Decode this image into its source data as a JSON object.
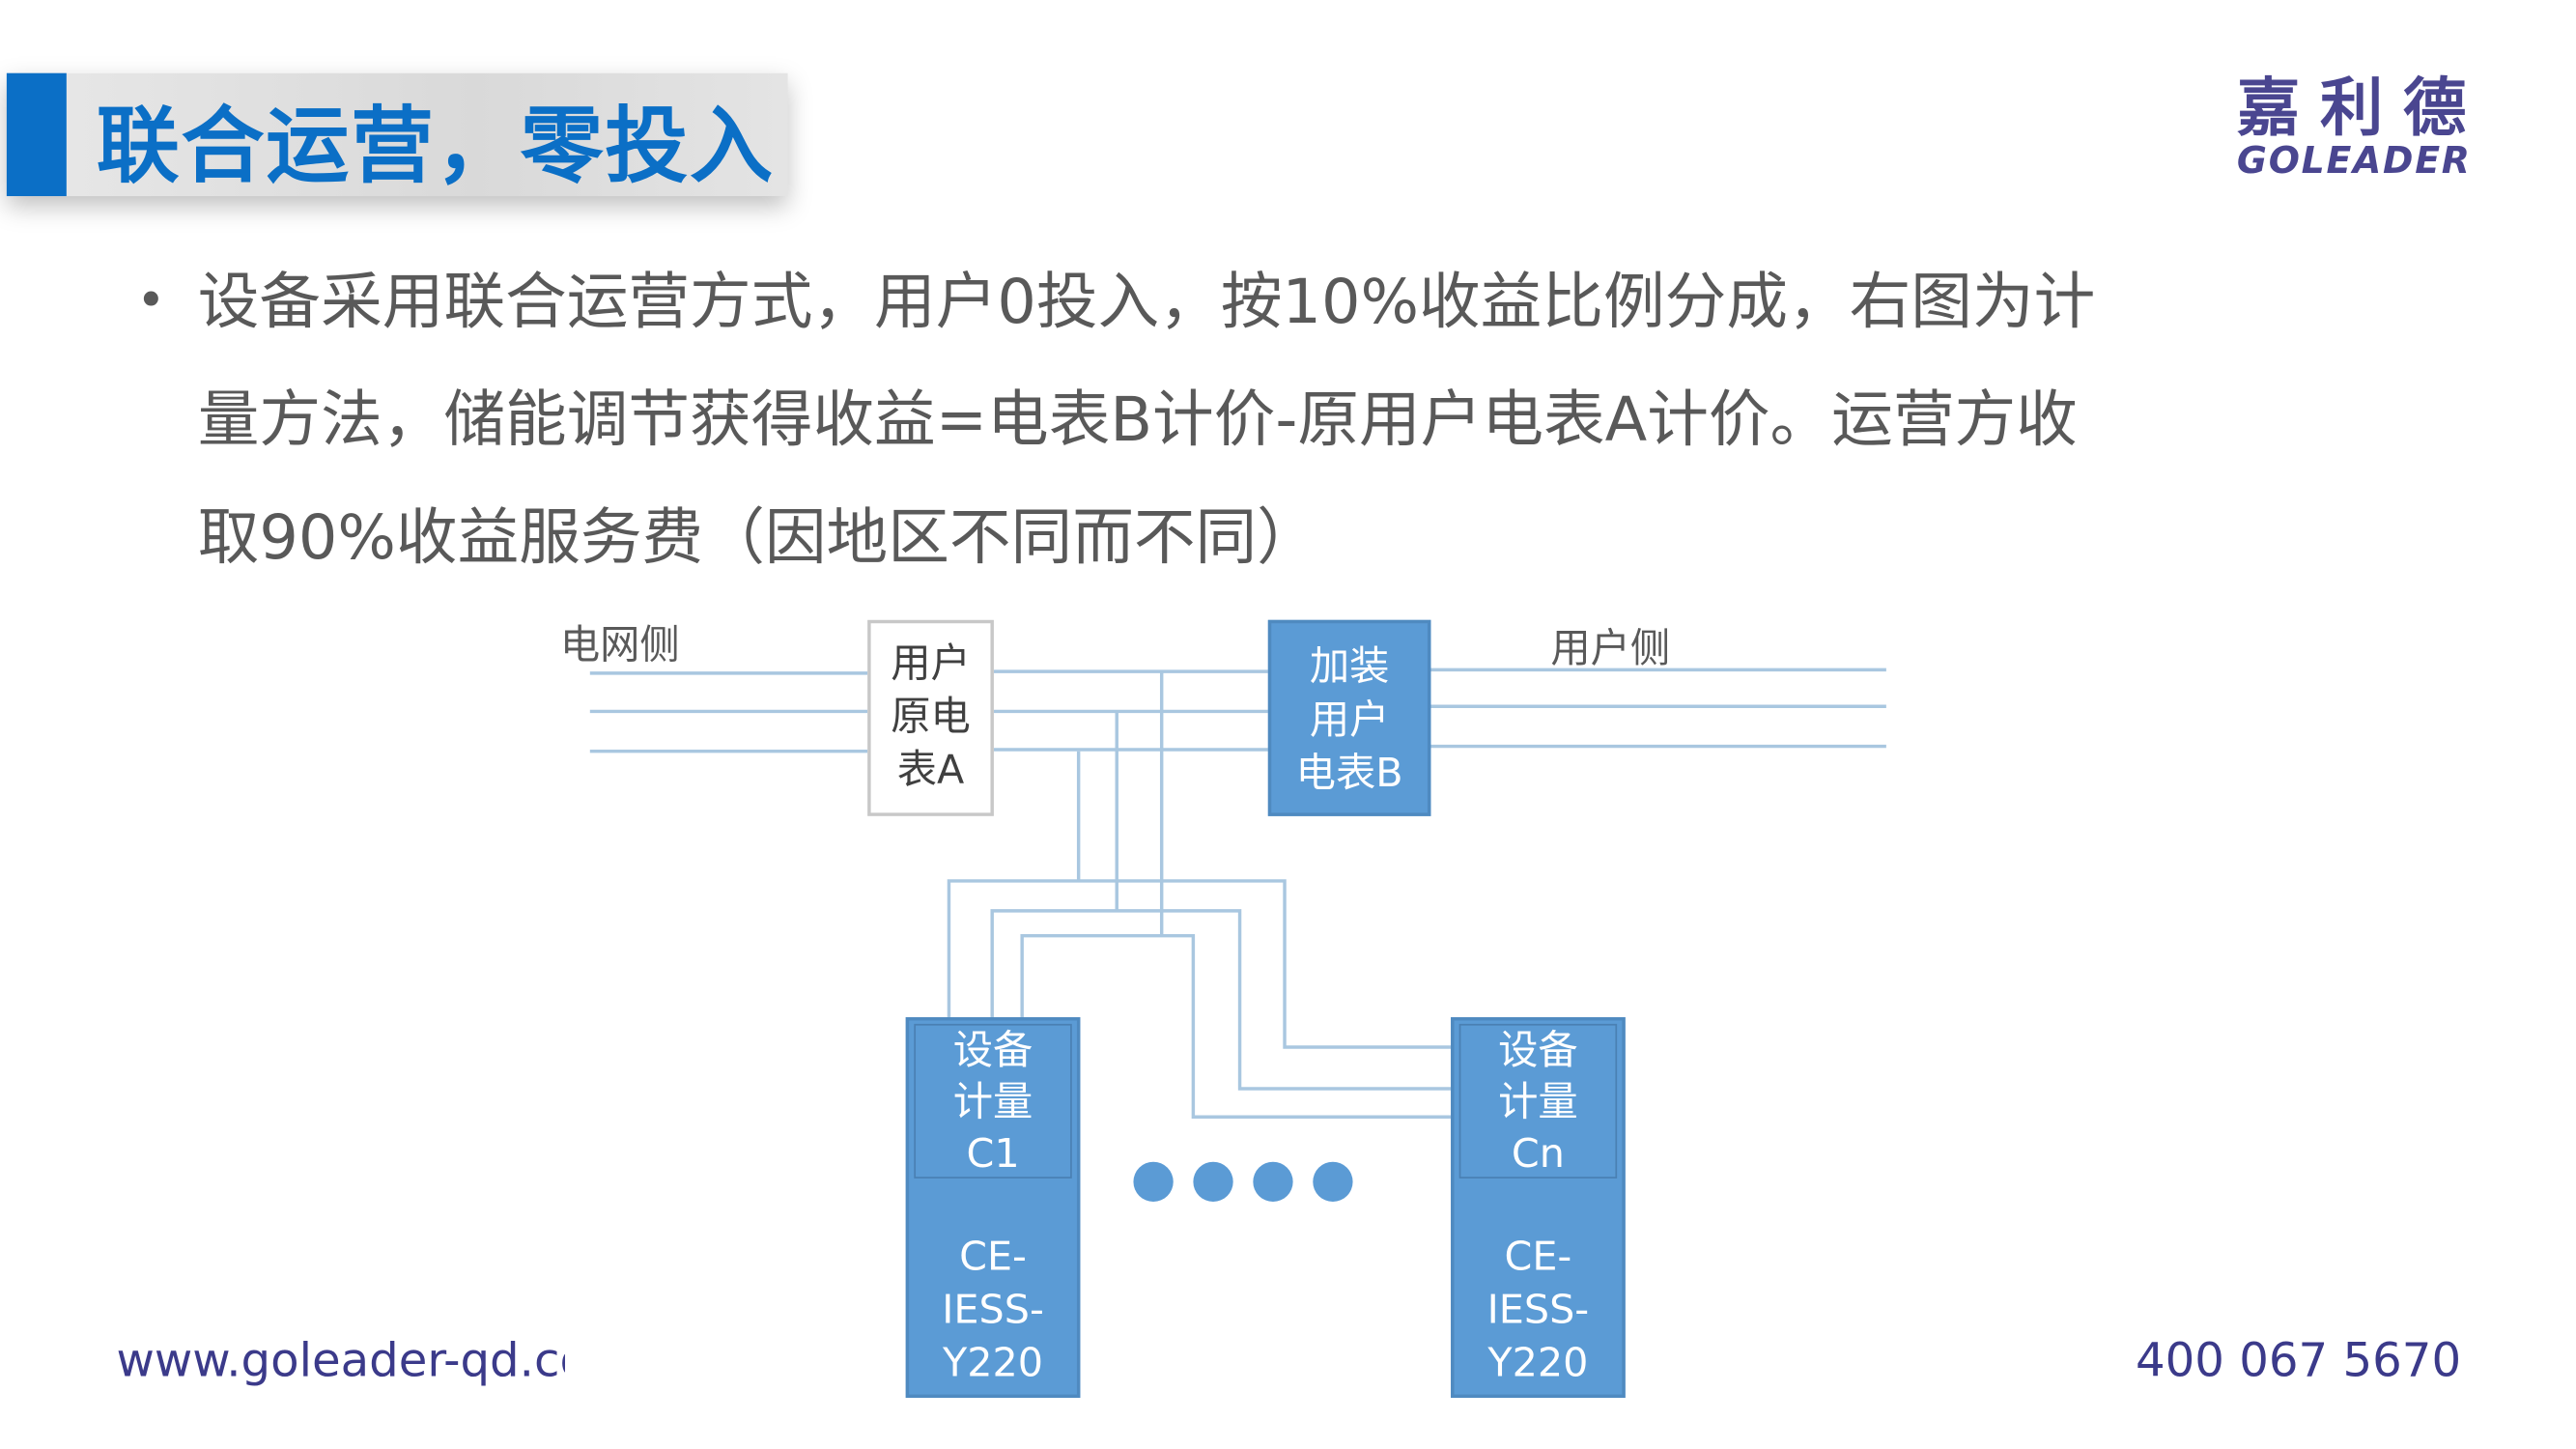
{
  "header": {
    "title": "联合运营，零投入"
  },
  "logo": {
    "cn": "嘉利德",
    "en": "GOLEADER"
  },
  "content": {
    "bullet": "设备采用联合运营方式，用户0投入，按10%收益比例分成，右图为计量方法，储能调节获得收益=电表B计价-原用户电表A计价。运营方收取90%收益服务费（因地区不同而不同）"
  },
  "diagram": {
    "grid_side": "电网侧",
    "user_side": "用户侧",
    "meter_a": [
      "用户",
      "原电",
      "表A"
    ],
    "meter_b": [
      "加装",
      "用户",
      "电表B"
    ],
    "device_c1": {
      "top": [
        "设备",
        "计量",
        "C1"
      ],
      "model": [
        "CE-",
        "IESS-",
        "Y220"
      ]
    },
    "device_cn": {
      "top": [
        "设备",
        "计量",
        "Cn"
      ],
      "model": [
        "CE-",
        "IESS-",
        "Y220"
      ]
    }
  },
  "footer": {
    "website": "www.goleader-qd.com",
    "phone": "400 067 5670"
  },
  "colors": {
    "accent": "#0b6fc6",
    "brand": "#4a4690",
    "diagram_blue": "#5b9bd5",
    "wire": "#a9c7e0"
  }
}
